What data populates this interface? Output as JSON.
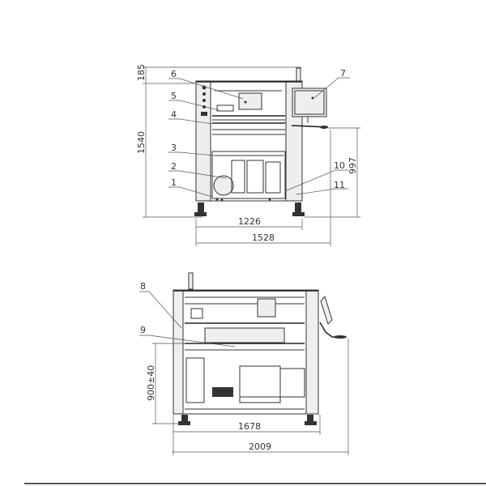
{
  "front_view": {
    "dimensions": {
      "top_height": "185",
      "total_height": "1540",
      "table_height": "997",
      "inner_width": "1226",
      "total_width": "1528"
    },
    "callouts": [
      "1",
      "2",
      "3",
      "4",
      "5",
      "6",
      "7",
      "10",
      "11"
    ]
  },
  "side_view": {
    "dimensions": {
      "conveyor_height": "900±40",
      "inner_width": "1678",
      "total_width": "2009"
    },
    "callouts": [
      "8",
      "9"
    ]
  }
}
